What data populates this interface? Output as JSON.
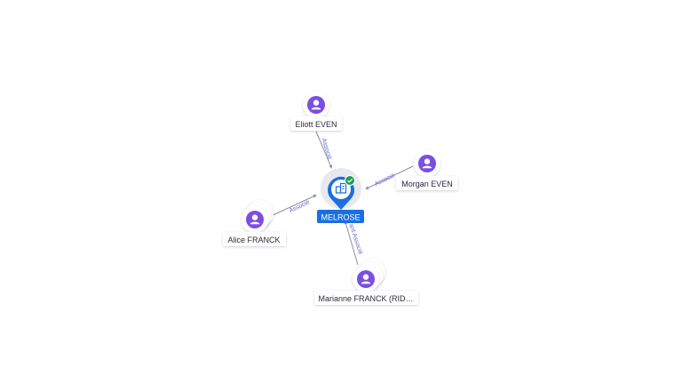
{
  "company": {
    "name": "MELROSE",
    "icon": "building-icon",
    "status_icon": "check-icon",
    "colors": {
      "pin": "#1b6fe0",
      "label_bg": "#1b6fe0",
      "status": "#1e9e55"
    }
  },
  "persons": [
    {
      "id": "eliott",
      "name": "Eliott EVEN",
      "icon": "person-icon",
      "stacked": false
    },
    {
      "id": "morgan",
      "name": "Morgan EVEN",
      "icon": "person-icon",
      "stacked": false
    },
    {
      "id": "alice",
      "name": "Alice FRANCK",
      "icon": "person-icon",
      "stacked": true
    },
    {
      "id": "marianne",
      "name": "Marianne FRANCK (RID…",
      "icon": "person-icon",
      "stacked": true
    }
  ],
  "relations": [
    {
      "from": "eliott",
      "label": "Associé"
    },
    {
      "from": "morgan",
      "label": "Associé"
    },
    {
      "from": "alice",
      "label": "Associé"
    },
    {
      "from": "marianne",
      "label": "Gérant Associé"
    }
  ],
  "colors": {
    "person_icon": "#7b4fe0",
    "edge": "#8a8fa3",
    "edge_label": "#6a64d8"
  }
}
